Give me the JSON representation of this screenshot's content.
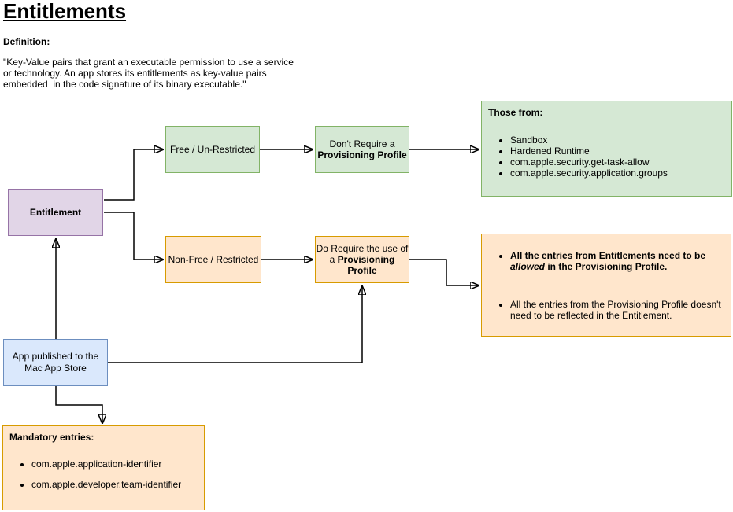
{
  "header": {
    "title": "Entitlements",
    "definition_label": "Definition:",
    "definition_text": "\"Key-Value pairs that grant an executable permission to use a service\nor technology. An app stores its entitlements as key-value pairs\nembedded  in the code signature of its binary executable.\""
  },
  "colors": {
    "purple-fill": "#E1D5E7",
    "purple-stroke": "#9673A6",
    "green-fill": "#D5E8D4",
    "green-stroke": "#82B366",
    "orange-fill": "#FFE6CC",
    "orange-stroke": "#D79B00",
    "blue-fill": "#DAE8FC",
    "blue-stroke": "#6C8EBF",
    "connector": "#000000"
  },
  "nodes": {
    "entitlement": {
      "label": "Entitlement"
    },
    "free": {
      "label": "Free / Un-Restricted"
    },
    "dont_require": {
      "line1": "Don't Require a",
      "line2_bold": "Provisioning Profile"
    },
    "those_from": {
      "heading": "Those from:",
      "items": [
        "Sandbox",
        "Hardened Runtime",
        "com.apple.security.get-task-allow",
        "com.apple.security.application.groups"
      ]
    },
    "non_free": {
      "label": "Non-Free / Restricted"
    },
    "do_require": {
      "line1": "Do Require the use of",
      "line2_regular": "a ",
      "line2_bold": "Provisioning",
      "line3_bold": "Profile"
    },
    "rules": {
      "rule1_prefix": "All the entries from Entitlements need to be ",
      "rule1_emphasis": "allowed",
      "rule1_suffix": " in the Provisioning Profile.",
      "rule2": "All the entries from the Provisioning Profile doesn't need to be reflected in the Entitlement."
    },
    "app_store": {
      "label": "App published to the\nMac App Store"
    },
    "mandatory": {
      "heading": "Mandatory entries:",
      "items": [
        "com.apple.application-identifier",
        "com.apple.developer.team-identifier"
      ]
    }
  }
}
